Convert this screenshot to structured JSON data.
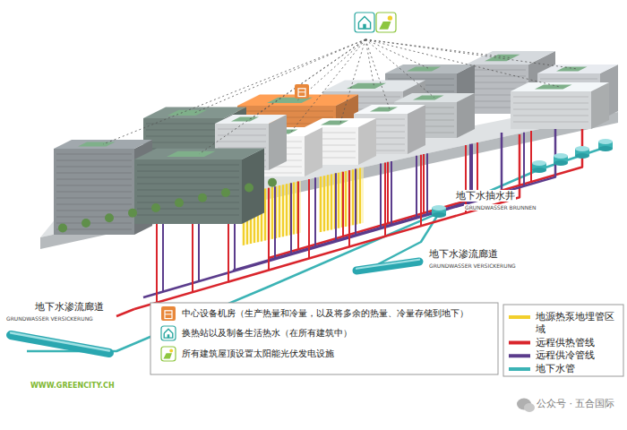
{
  "diagram": {
    "labels": [
      "地下水抽水井",
      "GRUNDWASSER BRUNNEN",
      "地下水渗流廊道",
      "GRUNDWASSER VERSICKERUNG",
      "地下水渗流廊道",
      "GRUNDWASSER VERSICKERUNG",
      "WWW.GREENCITY.CH",
      "公众号 · 五合国际"
    ],
    "legend": [
      {
        "text": "中心设备机房（生产热量和冷量，以及将多余的热量、冷量存储到地下）"
      },
      {
        "text": "换热站以及制备生活热水（在所有建筑中）"
      },
      {
        "text": "所有建筑屋顶设置太阳能光伏发电设施"
      },
      {
        "text": "地源热泵地埋管区 域",
        "color": "#f2cf2c"
      },
      {
        "text": "远程供热管线",
        "color": "#d9252c"
      },
      {
        "text": "远程供冷管线",
        "color": "#5b3c8c"
      },
      {
        "text": "地下水管",
        "color": "#3bb3b5"
      }
    ]
  }
}
